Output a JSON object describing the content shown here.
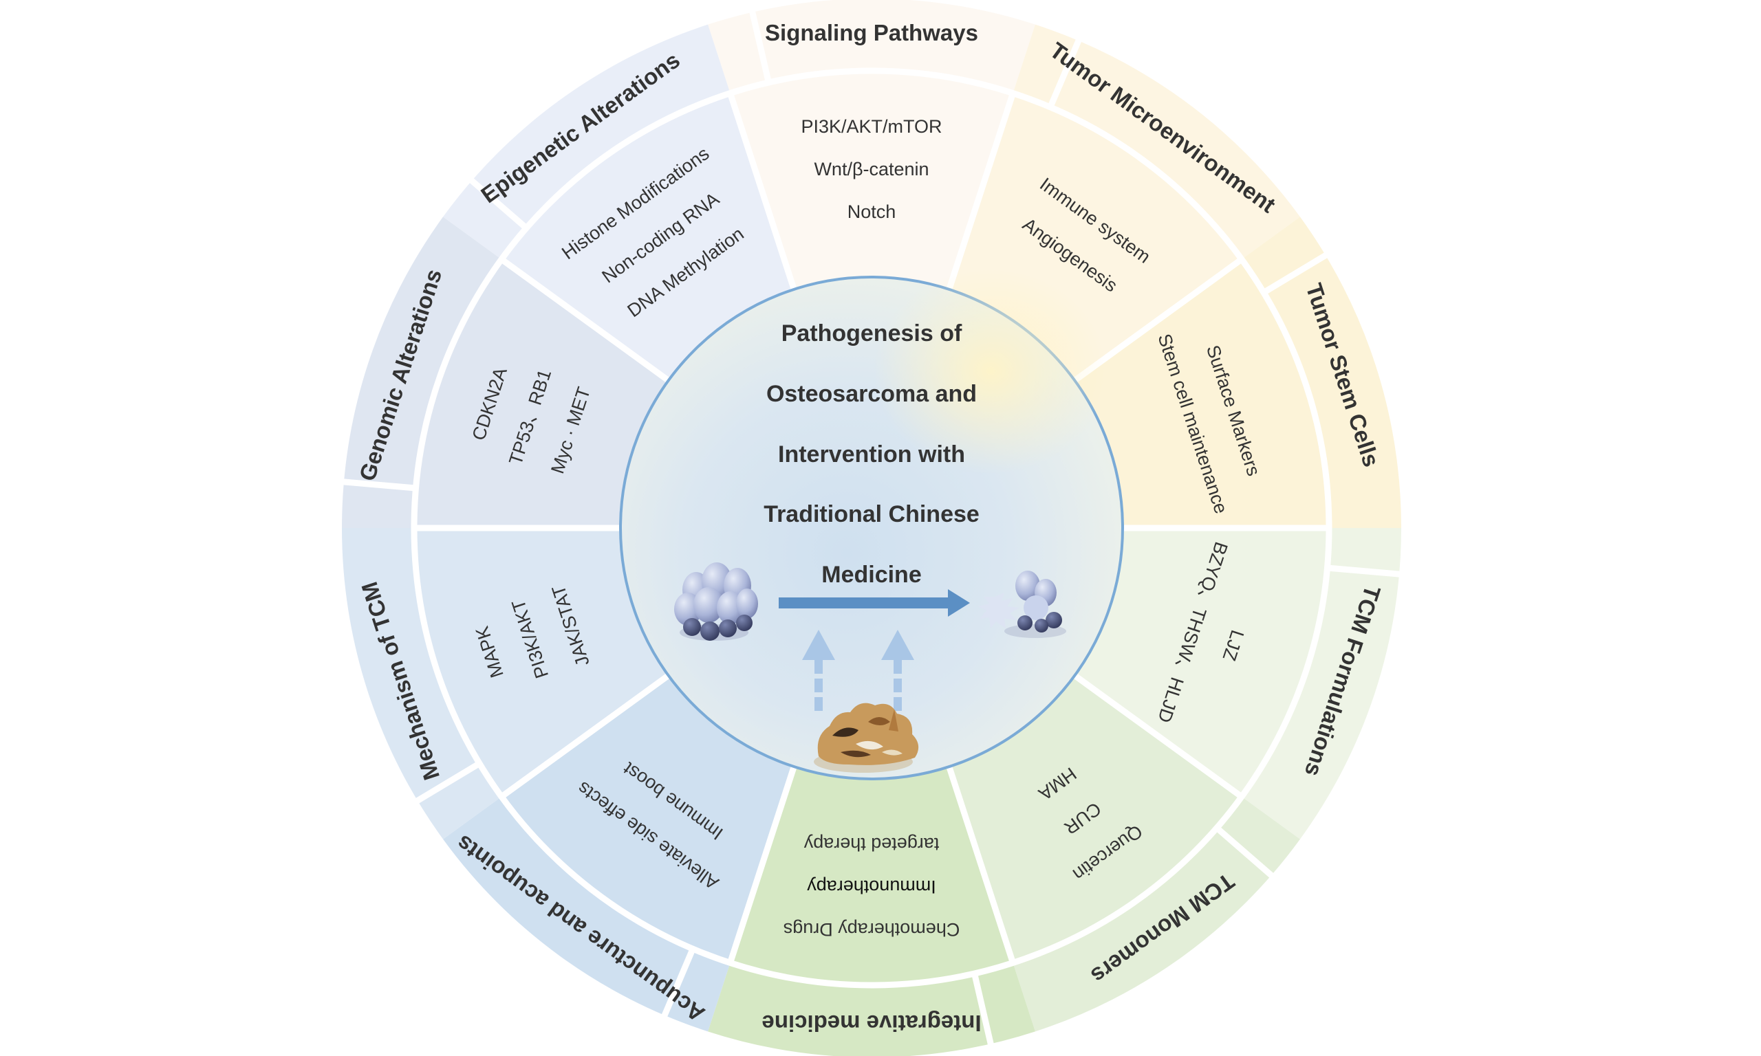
{
  "center": {
    "lines": [
      "Pathogenesis of",
      "Osteosarcoma and",
      "Intervention with",
      "Traditional Chinese",
      "Medicine"
    ]
  },
  "sectors": [
    {
      "title": "Signaling Pathways",
      "items": [
        "PI3K/AKT/mTOR",
        "Wnt/β-catenin",
        "Notch"
      ],
      "color": "#fdf8f2"
    },
    {
      "title": "Tumor Microenvironment",
      "items": [
        "Immune  system",
        "Angiogenesis"
      ],
      "color": "#fdf5e2"
    },
    {
      "title": "Tumor Stem Cells",
      "items": [
        "Surface Markers",
        "Stem cell maintenance"
      ],
      "color": "#fcf3d8"
    },
    {
      "title": "TCM Formulations",
      "items": [
        "LJZ",
        "BZYQ、THSW、HLJD"
      ],
      "color": "#eef4e6"
    },
    {
      "title": "TCM Monomers",
      "items": [
        "Quercetin",
        "CUR",
        "HMA"
      ],
      "color": "#e3eed8"
    },
    {
      "title": "Integrative medicine",
      "items": [
        "Chemotherapy Drugs",
        "Immunotherapy",
        "targeted therapy"
      ],
      "color": "#d6e8c4"
    },
    {
      "title": "Acupuncture and acupoints",
      "items": [
        "Alleviate side effects",
        "Immune boost"
      ],
      "color": "#cfe0f0"
    },
    {
      "title": "Mechanism of TCM",
      "items": [
        "MAPK",
        "PI3K/AKT",
        "JAK/STAT"
      ],
      "color": "#dbe7f3"
    },
    {
      "title": "Genomic Alterations",
      "items": [
        "CDKN2A",
        "TP53、RB1",
        "Myc · MET"
      ],
      "color": "#dfe6f1"
    },
    {
      "title": "Epigenetic Alterations",
      "items": [
        "Histone Modifications",
        "Non-coding RNA",
        "DNA Methylation"
      ],
      "color": "#e9eef8"
    }
  ],
  "icons": {
    "tumor_cells_left": "tumor-cell-cluster-icon",
    "tumor_cells_right": "dissolving-tumor-cells-icon",
    "herbal_medicine": "herbal-medicine-icon",
    "arrow_main": "right-arrow-icon",
    "arrow_up": "dashed-up-arrow-icon"
  },
  "colors": {
    "center_stroke": "#7aaad6",
    "main_arrow": "#5b8fc4",
    "up_arrow": "#a9c6e6",
    "divider": "#ffffff"
  }
}
